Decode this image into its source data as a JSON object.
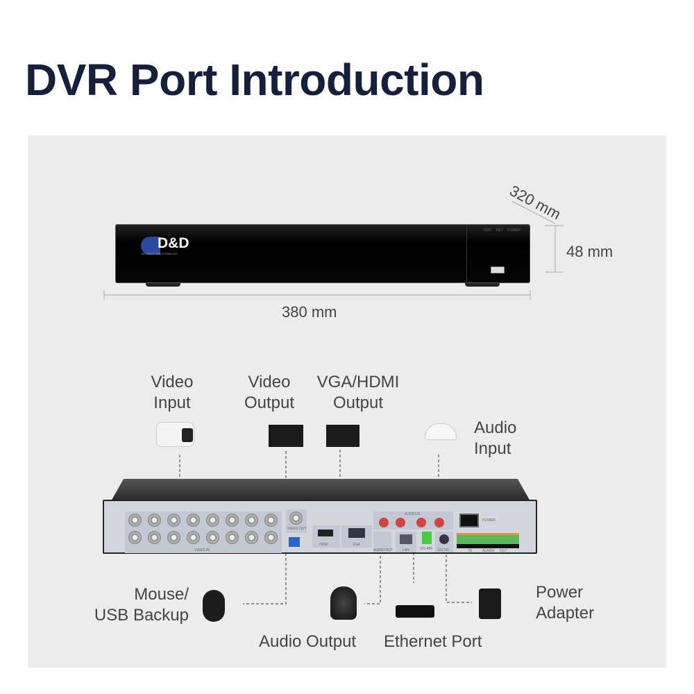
{
  "title": "DVR Port Introduction",
  "dimensions": {
    "depth": "320 mm",
    "height": "48 mm",
    "width": "380 mm"
  },
  "front_panel": {
    "logo": "D&D",
    "logo_sub": "SECURITY SOLUTIONS LLC",
    "leds": [
      "HDD",
      "NET",
      "POWER"
    ]
  },
  "rear_panel": {
    "video_in": "VIDEO IN",
    "video_out": "VIDEO OUT",
    "hdmi": "HDMI",
    "vga": "VGA",
    "audio_in": "AUDIO IN",
    "audio_out": "AUDIO OUT",
    "lan": "LAN",
    "rs485": "RS-485",
    "dc": "12V DC",
    "power": "POWER",
    "alarm_in": "IN",
    "alarm": "ALARM",
    "alarm_out": "OUT"
  },
  "labels": {
    "video_input": [
      "Video",
      "Input"
    ],
    "video_output": [
      "Video",
      "Output"
    ],
    "vga_hdmi": [
      "VGA/HDMI",
      "Output"
    ],
    "audio_input": [
      "Audio",
      "Input"
    ],
    "mouse": [
      "Mouse/",
      "USB Backup"
    ],
    "audio_output": "Audio Output",
    "ethernet": "Ethernet Port",
    "power_adapter": [
      "Power",
      "Adapter"
    ]
  }
}
